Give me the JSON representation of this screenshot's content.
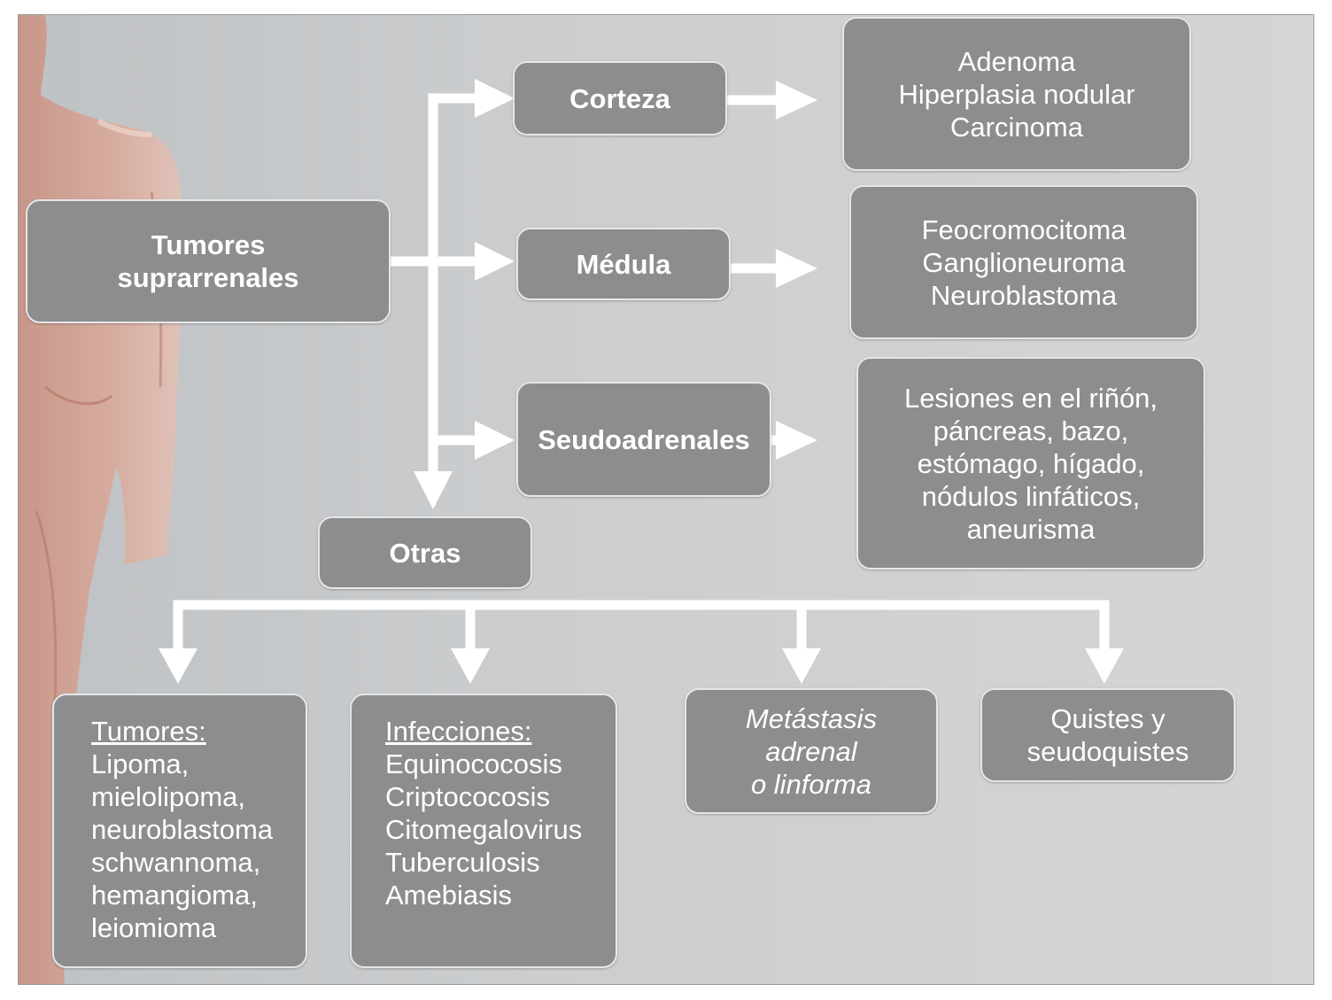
{
  "colors": {
    "box_fill": "#8b8d8f",
    "box_border": "#e6e7e8",
    "arrow": "#ffffff",
    "text": "#ffffff"
  },
  "root": {
    "lines": [
      "Tumores",
      "suprarrenales"
    ]
  },
  "branches": {
    "corteza": {
      "label": "Corteza",
      "detail": [
        "Adenoma",
        "Hiperplasia nodular",
        "Carcinoma"
      ]
    },
    "medula": {
      "label": "Médula",
      "detail": [
        "Feocromocitoma",
        "Ganglioneuroma",
        "Neuroblastoma"
      ]
    },
    "seudo": {
      "label": "Seudoadrenales",
      "detail": [
        "Lesiones en el riñón,",
        "páncreas, bazo,",
        "estómago, hígado,",
        "nódulos linfáticos,",
        "aneurisma"
      ]
    },
    "otras": {
      "label": "Otras"
    }
  },
  "otras_children": {
    "tumores": {
      "heading": "Tumores:",
      "items": [
        "Lipoma,",
        "mielolipoma,",
        "neuroblastoma",
        "schwannoma,",
        "hemangioma,",
        "leiomioma"
      ]
    },
    "infecciones": {
      "heading": "Infecciones:",
      "items": [
        "Equinococosis",
        "Criptococosis",
        "Citomegalovirus",
        "Tuberculosis",
        "Amebiasis"
      ]
    },
    "metastasis": {
      "lines": [
        "Metástasis",
        "adrenal",
        "o linforma"
      ]
    },
    "quistes": {
      "lines": [
        "Quistes y",
        "seudoquistes"
      ]
    }
  },
  "decoration": {
    "background_figure": "anatomical-muscle-figure"
  }
}
